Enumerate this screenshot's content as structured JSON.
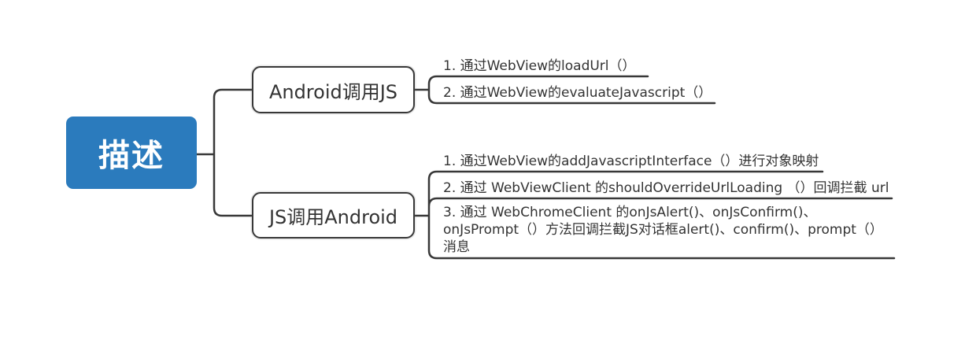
{
  "root": {
    "label": "描述"
  },
  "branches": [
    {
      "label": "Android调用JS",
      "children": [
        {
          "lines": [
            "1. 通过WebView的loadUrl（）"
          ]
        },
        {
          "lines": [
            "2. 通过WebView的evaluateJavascript（）"
          ]
        }
      ]
    },
    {
      "label": "JS调用Android",
      "children": [
        {
          "lines": [
            "1. 通过WebView的addJavascriptInterface（）进行对象映射"
          ]
        },
        {
          "lines": [
            "2. 通过 WebViewClient 的shouldOverrideUrlLoading （）回调拦截 url"
          ]
        },
        {
          "lines": [
            "3. 通过 WebChromeClient 的onJsAlert()、onJsConfirm()、",
            "onJsPrompt（）方法回调拦截JS对话框alert()、confirm()、prompt（）",
            "消息"
          ]
        }
      ]
    }
  ],
  "colors": {
    "root_fill": "#2b7bbd",
    "root_text": "#ffffff",
    "line": "#383838",
    "text": "#333333",
    "background": "#ffffff"
  }
}
